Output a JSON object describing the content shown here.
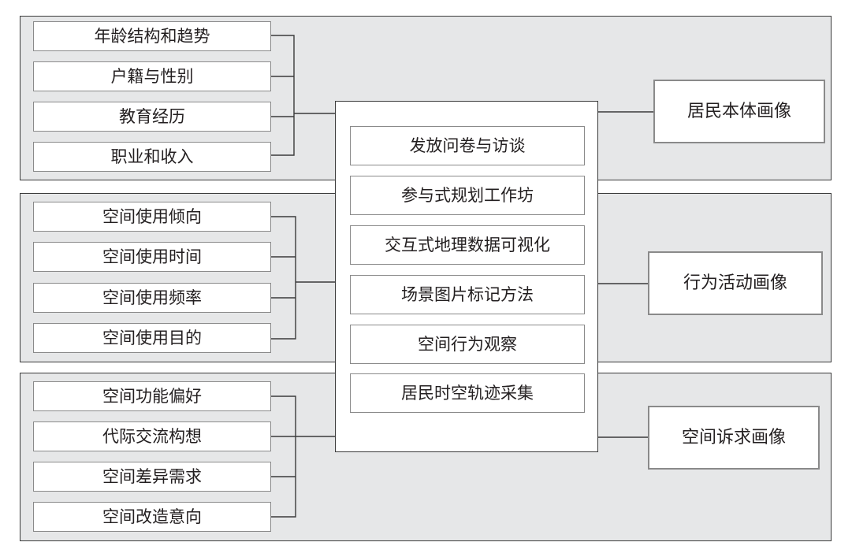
{
  "groups": [
    {
      "items": [
        "年龄结构和趋势",
        "户籍与性别",
        "教育经历",
        "职业和收入"
      ],
      "output": "居民本体画像"
    },
    {
      "items": [
        "空间使用倾向",
        "空间使用时间",
        "空间使用频率",
        "空间使用目的"
      ],
      "output": "行为活动画像"
    },
    {
      "items": [
        "空间功能偏好",
        "代际交流构想",
        "空间差异需求",
        "空间改造意向"
      ],
      "output": "空间诉求画像"
    }
  ],
  "methods": [
    "发放问卷与访谈",
    "参与式规划工作坊",
    "交互式地理数据可视化",
    "场景图片标记方法",
    "空间行为观察",
    "居民时空轨迹采集"
  ],
  "colors": {
    "band_fill": "#e6e7e8",
    "band_border": "#3a3a3a",
    "box_border": "#8a8a8a",
    "line": "#3a3a3a"
  }
}
